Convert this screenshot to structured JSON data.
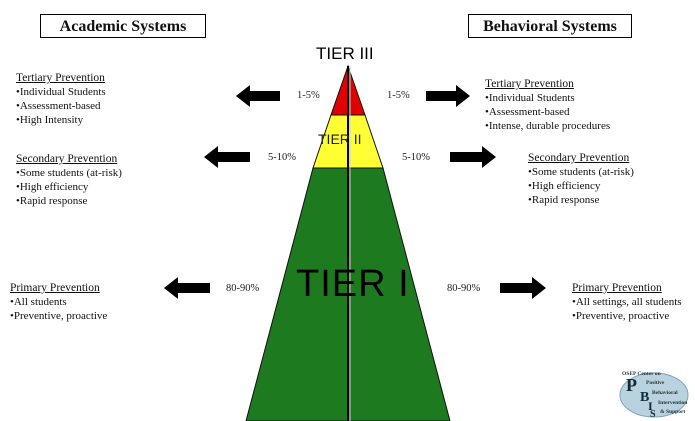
{
  "academic_title": "Academic Systems",
  "behavioral_title": "Behavioral Systems",
  "tiers": {
    "tier3": "TIER III",
    "tier2": "TIER II",
    "tier1": "TIER I"
  },
  "left": {
    "tertiary": {
      "head": "Tertiary Prevention",
      "items": [
        "•Individual Students",
        "•Assessment-based",
        "•High Intensity"
      ],
      "pct": "1-5%"
    },
    "secondary": {
      "head": "Secondary Prevention",
      "items": [
        "•Some students (at-risk)",
        "•High efficiency",
        "•Rapid response"
      ],
      "pct": "5-10%"
    },
    "primary": {
      "head": "Primary Prevention",
      "items": [
        "•All students",
        "•Preventive, proactive"
      ],
      "pct": "80-90%"
    }
  },
  "right": {
    "tertiary": {
      "head": "Tertiary Prevention",
      "items": [
        "•Individual Students",
        "•Assessment-based",
        "•Intense, durable procedures"
      ],
      "pct": "1-5%"
    },
    "secondary": {
      "head": "Secondary Prevention",
      "items": [
        "•Some students (at-risk)",
        "•High efficiency",
        "•Rapid response"
      ],
      "pct": "5-10%"
    },
    "primary": {
      "head": "Primary Prevention",
      "items": [
        "•All settings, all students",
        "•Preventive, proactive"
      ],
      "pct": "80-90%"
    }
  },
  "logo": {
    "top": "OSEP Center on",
    "lines": [
      "Positive",
      "Behavioral",
      "Intervention",
      "& Support"
    ],
    "letters": [
      "P",
      "B",
      "I",
      "S"
    ]
  },
  "colors": {
    "tier3": "#e00000",
    "tier2": "#ffff33",
    "tier1": "#1e7a1e",
    "arrow": "#000000"
  }
}
